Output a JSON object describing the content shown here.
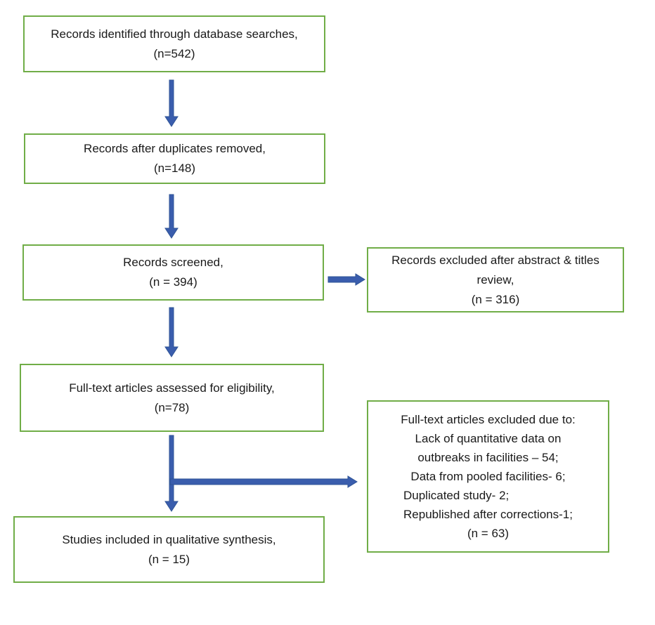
{
  "flowchart": {
    "boxes": {
      "identified": {
        "lines": [
          "Records identified through database searches,",
          "(n=542)"
        ]
      },
      "duplicates_removed": {
        "lines": [
          "Records after duplicates removed,",
          "(n=148)"
        ]
      },
      "screened": {
        "lines": [
          "Records screened,",
          "(n = 394)"
        ]
      },
      "excluded_after_screening": {
        "lines": [
          "Records excluded after abstract & titles",
          "review,",
          "(n = 316)"
        ]
      },
      "fulltext_assessed": {
        "lines": [
          "Full-text articles assessed for eligibility,",
          "(n=78)"
        ]
      },
      "fulltext_excluded": {
        "lines": [
          "Full-text articles excluded due to:",
          "Lack of quantitative data on",
          "outbreaks in facilities – 54;",
          "Data from pooled facilities- 6;",
          "Duplicated study- 2;",
          "Republished after corrections-1;",
          "(n = 63)"
        ]
      },
      "included": {
        "lines": [
          "Studies included in qualitative synthesis,",
          "(n = 15)"
        ]
      }
    },
    "colors": {
      "box_border": "#70AD47",
      "arrow_fill": "#3A5DAD",
      "arrow_edge": "#2F5496",
      "text_color": "#1A1A1A",
      "page_bg": "#FFFFFF"
    }
  }
}
